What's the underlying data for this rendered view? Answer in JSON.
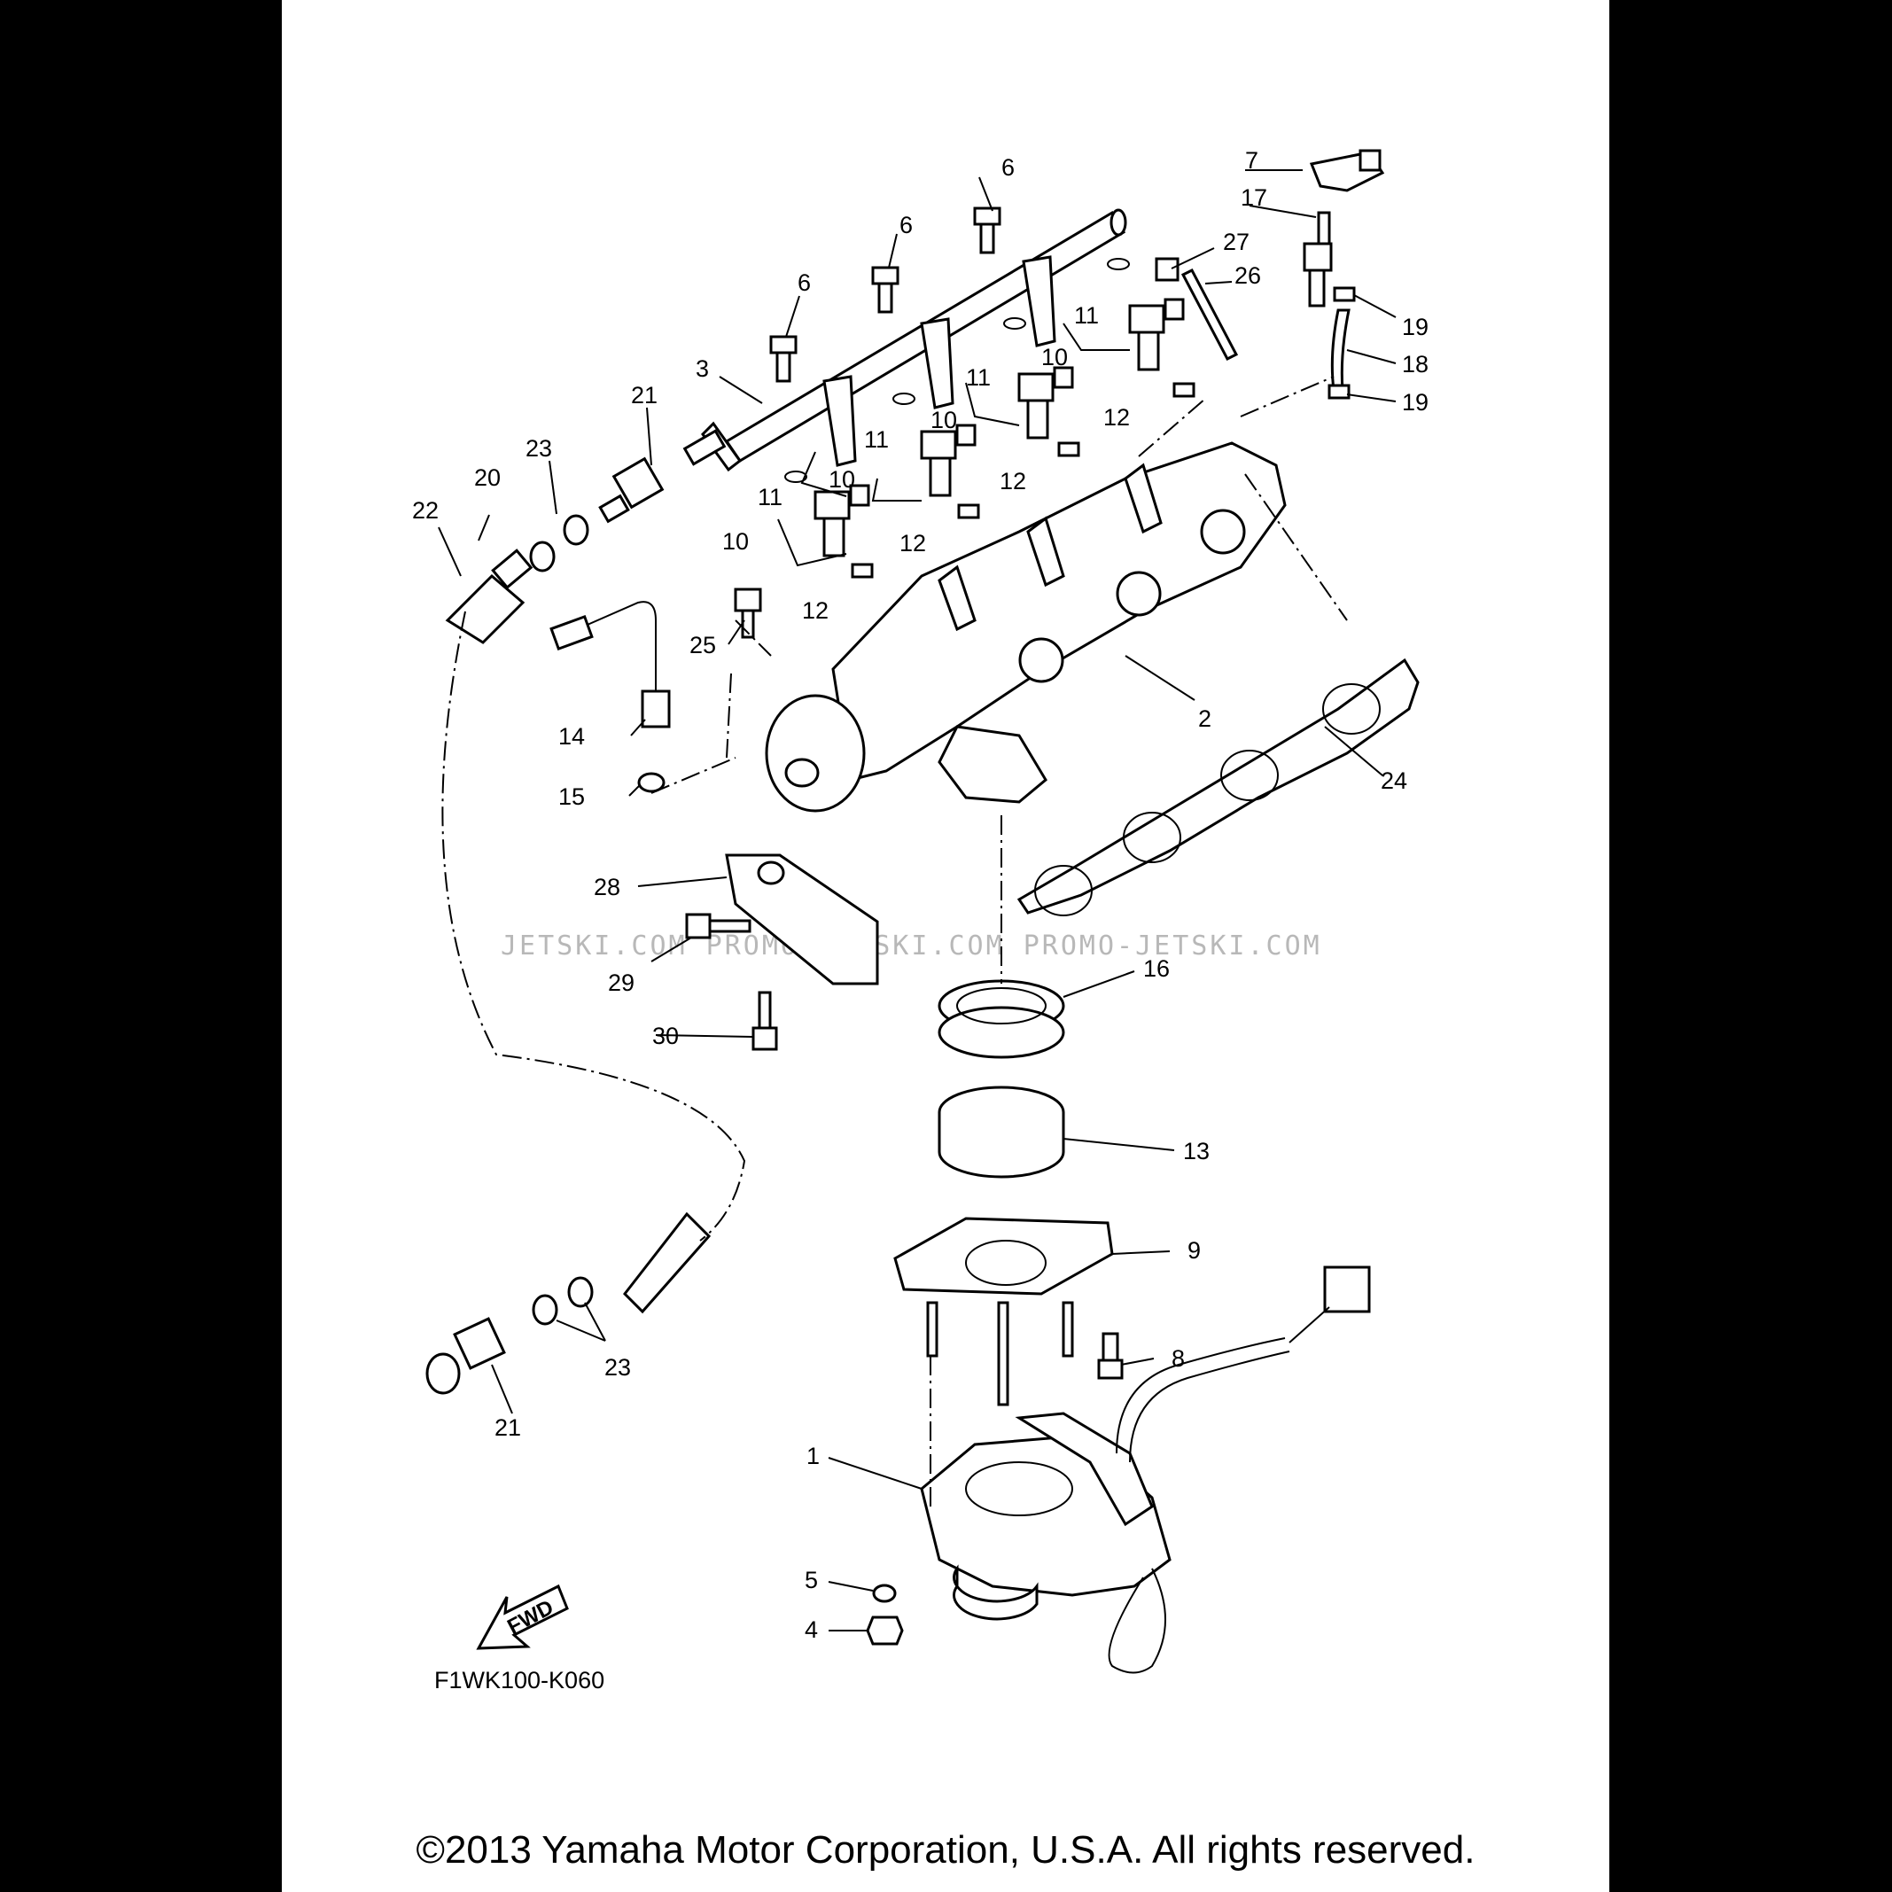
{
  "diagram": {
    "callouts": [
      "1",
      "2",
      "3",
      "4",
      "5",
      "6",
      "7",
      "8",
      "9",
      "10",
      "11",
      "12",
      "13",
      "14",
      "15",
      "16",
      "17",
      "18",
      "19",
      "20",
      "21",
      "22",
      "23",
      "24",
      "25",
      "26",
      "27",
      "28",
      "29",
      "30"
    ],
    "drawing_code": "F1WK100-K060",
    "fwd_label": "FWD",
    "watermark": "JETSKI.COM PROMO-JETSKI.COM PROMO-JETSKI.COM",
    "copyright": "©2013 Yamaha Motor Corporation, U.S.A. All rights reserved."
  }
}
